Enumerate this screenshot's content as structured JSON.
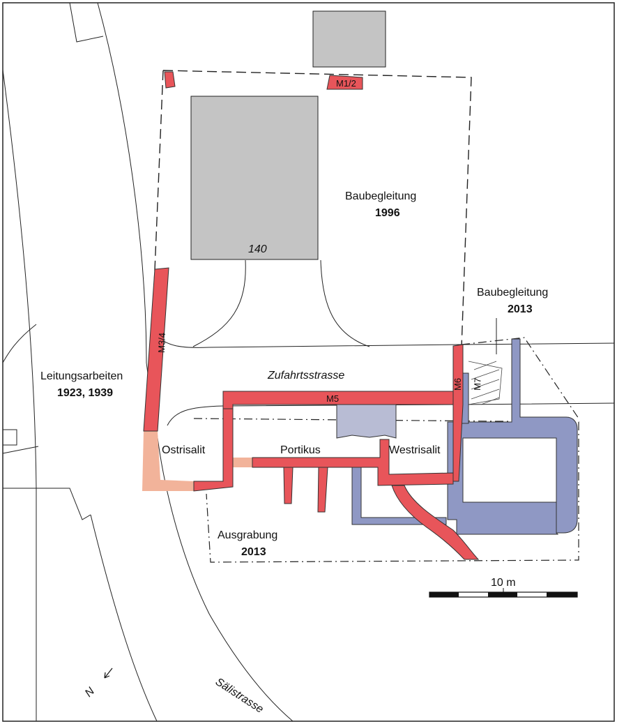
{
  "labels": {
    "bldg_140": "140",
    "baubegleitung_1996_a": "Baubegleitung",
    "baubegleitung_1996_b": "1996",
    "baubegleitung_2013_a": "Baubegleitung",
    "baubegleitung_2013_b": "2013",
    "leitung_a": "Leitungsarbeiten",
    "leitung_b": "1923, 1939",
    "zufahrt": "Zufahrtsstrasse",
    "ostrisalit": "Ostrisalit",
    "portikus": "Portikus",
    "westrisalit": "Westrisalit",
    "ausgrabung_a": "Ausgrabung",
    "ausgrabung_b": "2013",
    "saelistrasse": "Sälistrasse",
    "north": "N"
  },
  "walls": {
    "m12": "M1/2",
    "m34": "M3/4",
    "m5": "M5",
    "m6": "M6",
    "m7": "M7"
  },
  "scale": {
    "label": "10 m"
  },
  "colors": {
    "wall_roman": "#e8555a",
    "wall_reconstructed": "#f2b39a",
    "wall_modern": "#8f98c4",
    "building": "#c4c4c4",
    "line": "#222222"
  }
}
